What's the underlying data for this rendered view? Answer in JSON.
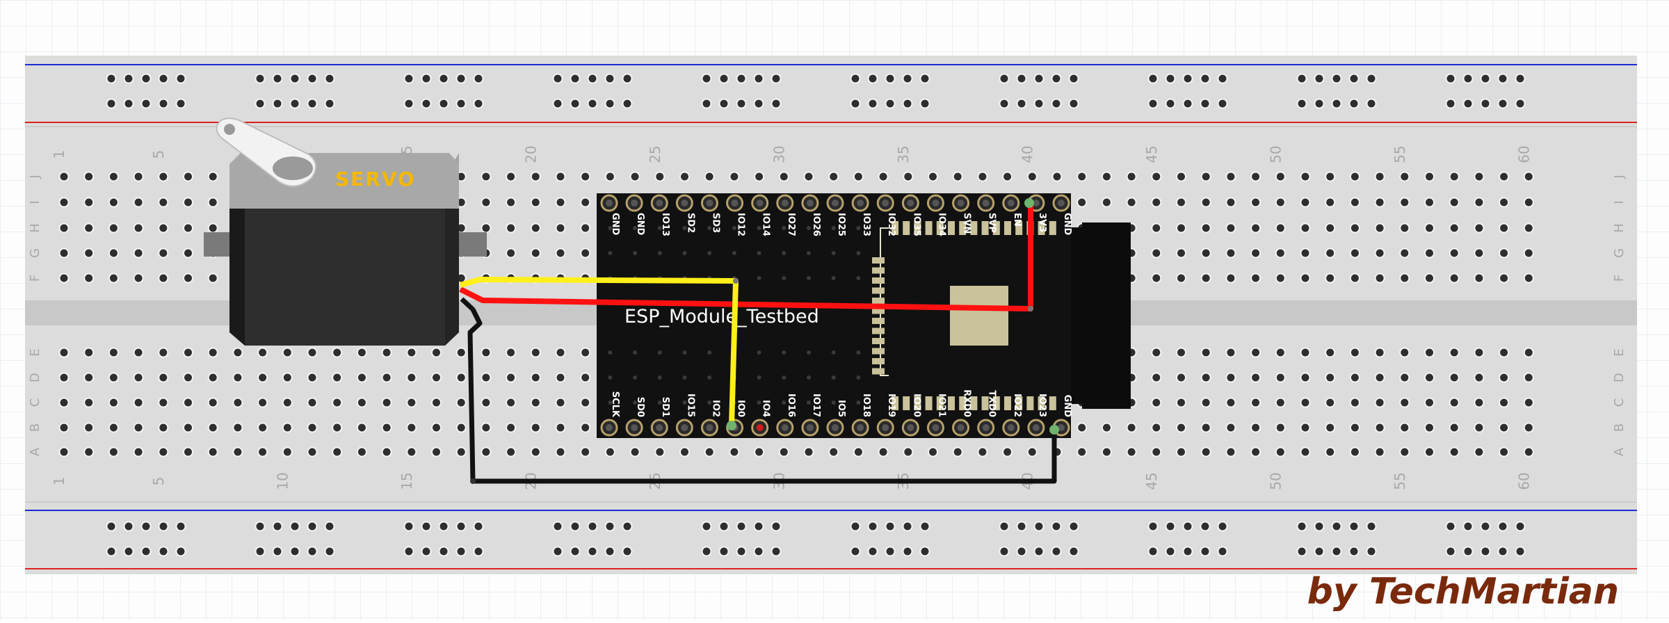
{
  "module_label": "ESP_Module_Testbed",
  "servo_label": "SERVO",
  "credit": "by TechMartian",
  "column_numbers": [
    "1",
    "5",
    "10",
    "15",
    "20",
    "25",
    "30",
    "35",
    "40",
    "45",
    "50",
    "55",
    "60"
  ],
  "row_letters_top": [
    "J",
    "I",
    "H",
    "G",
    "F"
  ],
  "row_letters_bottom": [
    "E",
    "D",
    "C",
    "B",
    "A"
  ],
  "top_header_pins": [
    "GND",
    "GND",
    "IO13",
    "SD2",
    "SD3",
    "IO12",
    "IO14",
    "IO27",
    "IO26",
    "IO25",
    "IO33",
    "IO32",
    "IO35",
    "IO34",
    "SVN",
    "SVP",
    "EN",
    "3V3",
    "GND"
  ],
  "bottom_header_pins": [
    "SCLK",
    "SD0",
    "SD1",
    "IO15",
    "IO2",
    "IO0",
    "IO4",
    "IO16",
    "IO17",
    "IO5",
    "IO18",
    "IO19",
    "IO20",
    "IO21",
    "RXD0",
    "TXD0",
    "IO22",
    "IO23",
    "GND"
  ],
  "colors": {
    "breadboard": "#dcdcdc",
    "rail_blue": "#1a2bd6",
    "rail_red": "#e02020",
    "board": "#111111",
    "wire_signal": "#ffef1a",
    "wire_power": "#ff1111",
    "wire_ground": "#111111",
    "credit": "#7a2a0c",
    "servo_label": "#f5b800"
  }
}
